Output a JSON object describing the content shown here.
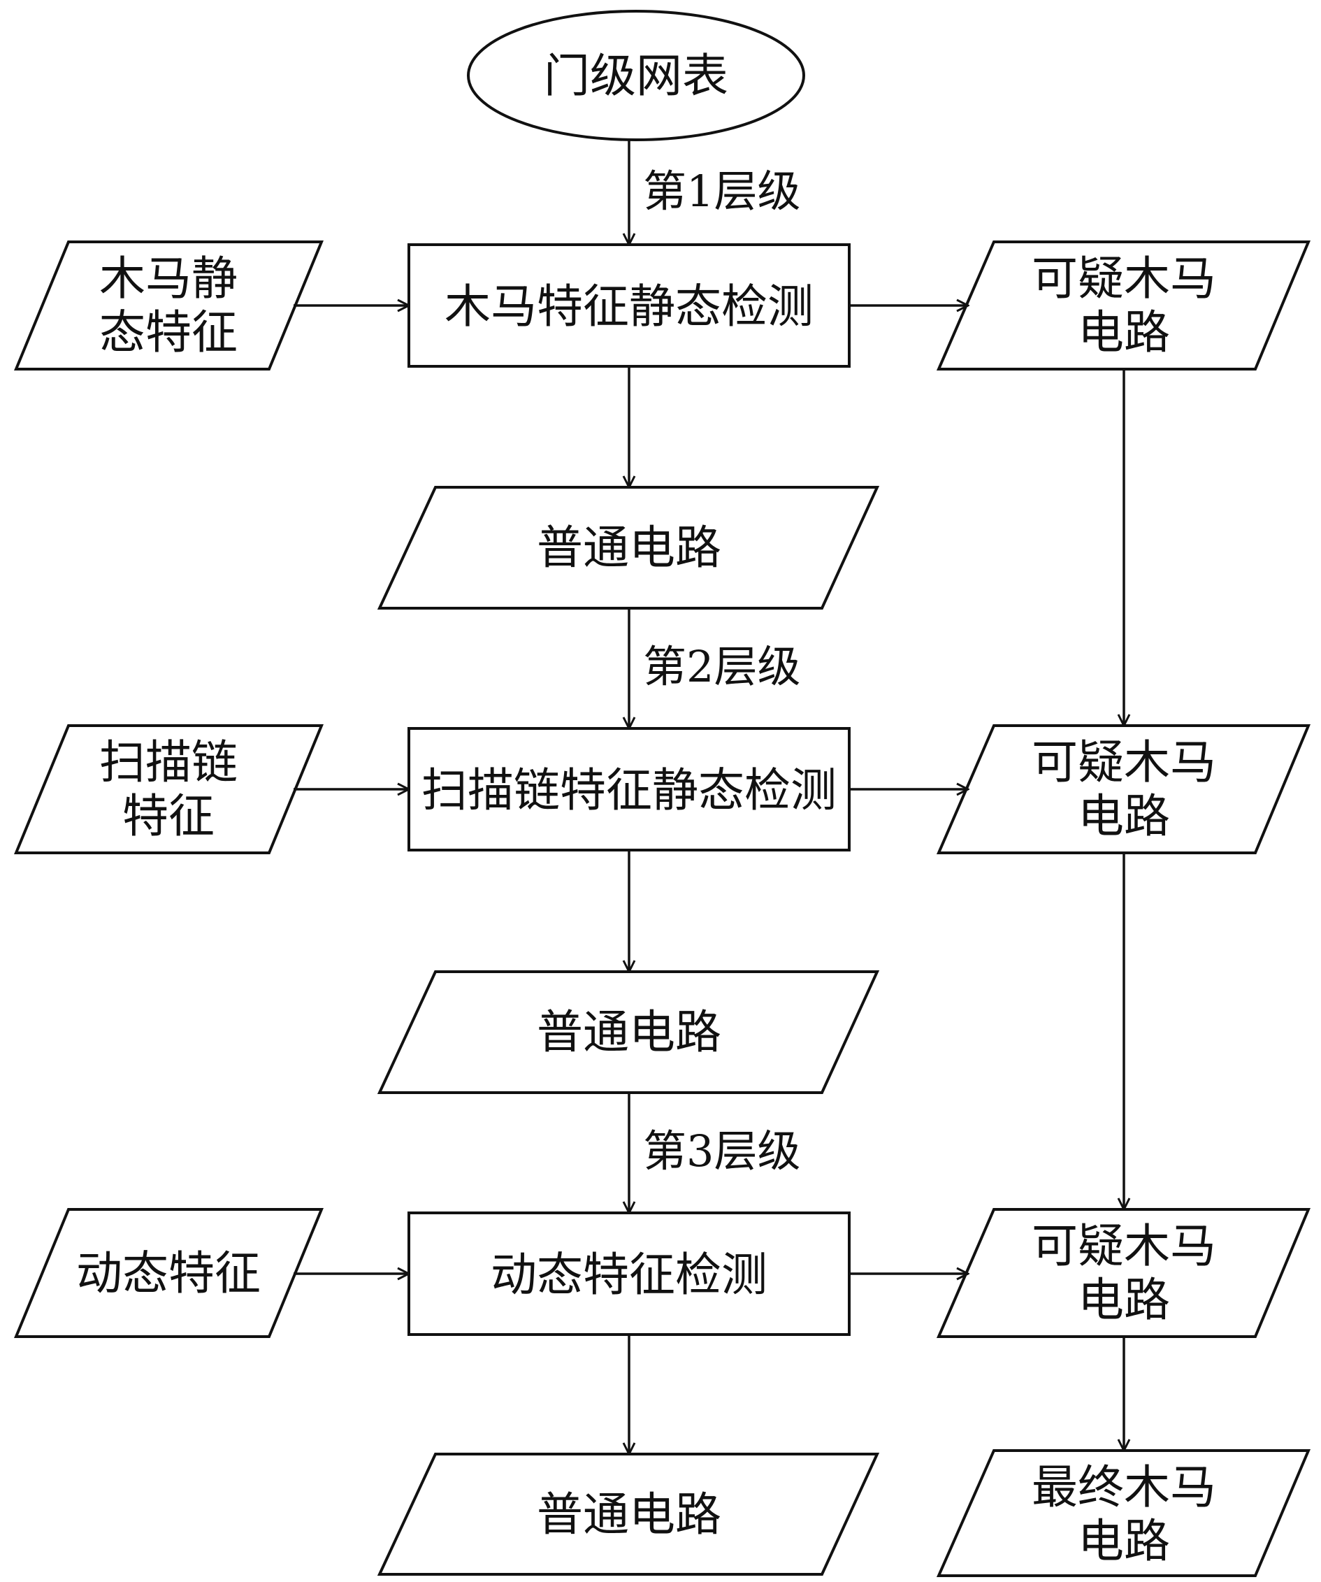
{
  "start": {
    "label": "门级网表"
  },
  "levels": [
    {
      "level_label": "第1层级",
      "feature_lines": [
        "木马静",
        "态特征"
      ],
      "process": "木马特征静态检测",
      "normal": "普通电路",
      "suspect_lines": [
        "可疑木马",
        "电路"
      ]
    },
    {
      "level_label": "第2层级",
      "feature_lines": [
        "扫描链",
        "特征"
      ],
      "process": "扫描链特征静态检测",
      "normal": "普通电路",
      "suspect_lines": [
        "可疑木马",
        "电路"
      ]
    },
    {
      "level_label": "第3层级",
      "feature_lines": [
        "动态特征"
      ],
      "process": "动态特征检测",
      "normal": "普通电路",
      "suspect_lines": [
        "可疑木马",
        "电路"
      ]
    }
  ],
  "final": {
    "lines": [
      "最终木马",
      "电路"
    ]
  }
}
